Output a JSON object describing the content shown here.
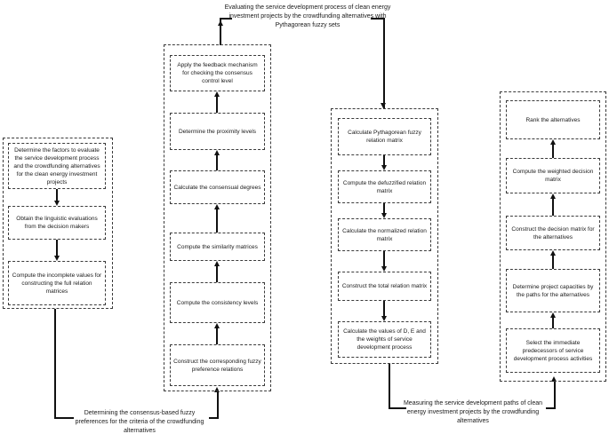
{
  "diagram": {
    "title_top": "Evaluating the service development process of clean energy investment projects by the crowdfunding alternatives with Pythagorean fuzzy sets",
    "label_bottom_left": "Determining the consensus-based fuzzy preferences for the criteria of the crowdfunding alternatives",
    "label_bottom_right": "Measuring the service development paths of clean energy investment projects by the crowdfunding alternatives",
    "colors": {
      "background": "#ffffff",
      "line": "#111111",
      "box_border": "#3a3a3a",
      "text": "#1a1a1a"
    },
    "columns": [
      {
        "id": "column-1-inputs",
        "flow": "top-to-bottom",
        "boxes": [
          {
            "text": "Determine the factors to evaluate the service development process and the crowdfunding alternatives for the clean energy investment projects"
          },
          {
            "text": "Obtain the linguistic evaluations from the decision makers"
          },
          {
            "text": "Compute the incomplete values for constructing the full relation matrices"
          }
        ]
      },
      {
        "id": "column-2-consensus",
        "flow": "bottom-to-top",
        "boxes": [
          {
            "text": "Apply the feedback mechanism for checking the consensus control level"
          },
          {
            "text": "Determine the proximity levels"
          },
          {
            "text": "Calculate the consensual degrees"
          },
          {
            "text": "Compute the similarity matrices"
          },
          {
            "text": "Compute the consistency levels"
          },
          {
            "text": "Construct the corresponding fuzzy preference relations"
          }
        ]
      },
      {
        "id": "column-3-relation-matrices",
        "flow": "top-to-bottom",
        "boxes": [
          {
            "text": "Calculate Pythagorean fuzzy relation matrix"
          },
          {
            "text": "Compute the defuzzified relation matrix"
          },
          {
            "text": "Calculate the normalized relation matrix"
          },
          {
            "text": "Construct the total relation matrix"
          },
          {
            "text": "Calculate the values of D, E and the weights of service development process"
          }
        ]
      },
      {
        "id": "column-4-ranking",
        "flow": "bottom-to-top",
        "boxes": [
          {
            "text": "Rank the alternatives"
          },
          {
            "text": "Compute the weighted decision matrix"
          },
          {
            "text": "Construct the decision matrix for the alternatives"
          },
          {
            "text": "Determine project capacities by the paths for the alternatives"
          },
          {
            "text": "Select the immediate predecessors of service development process activities"
          }
        ]
      }
    ]
  }
}
